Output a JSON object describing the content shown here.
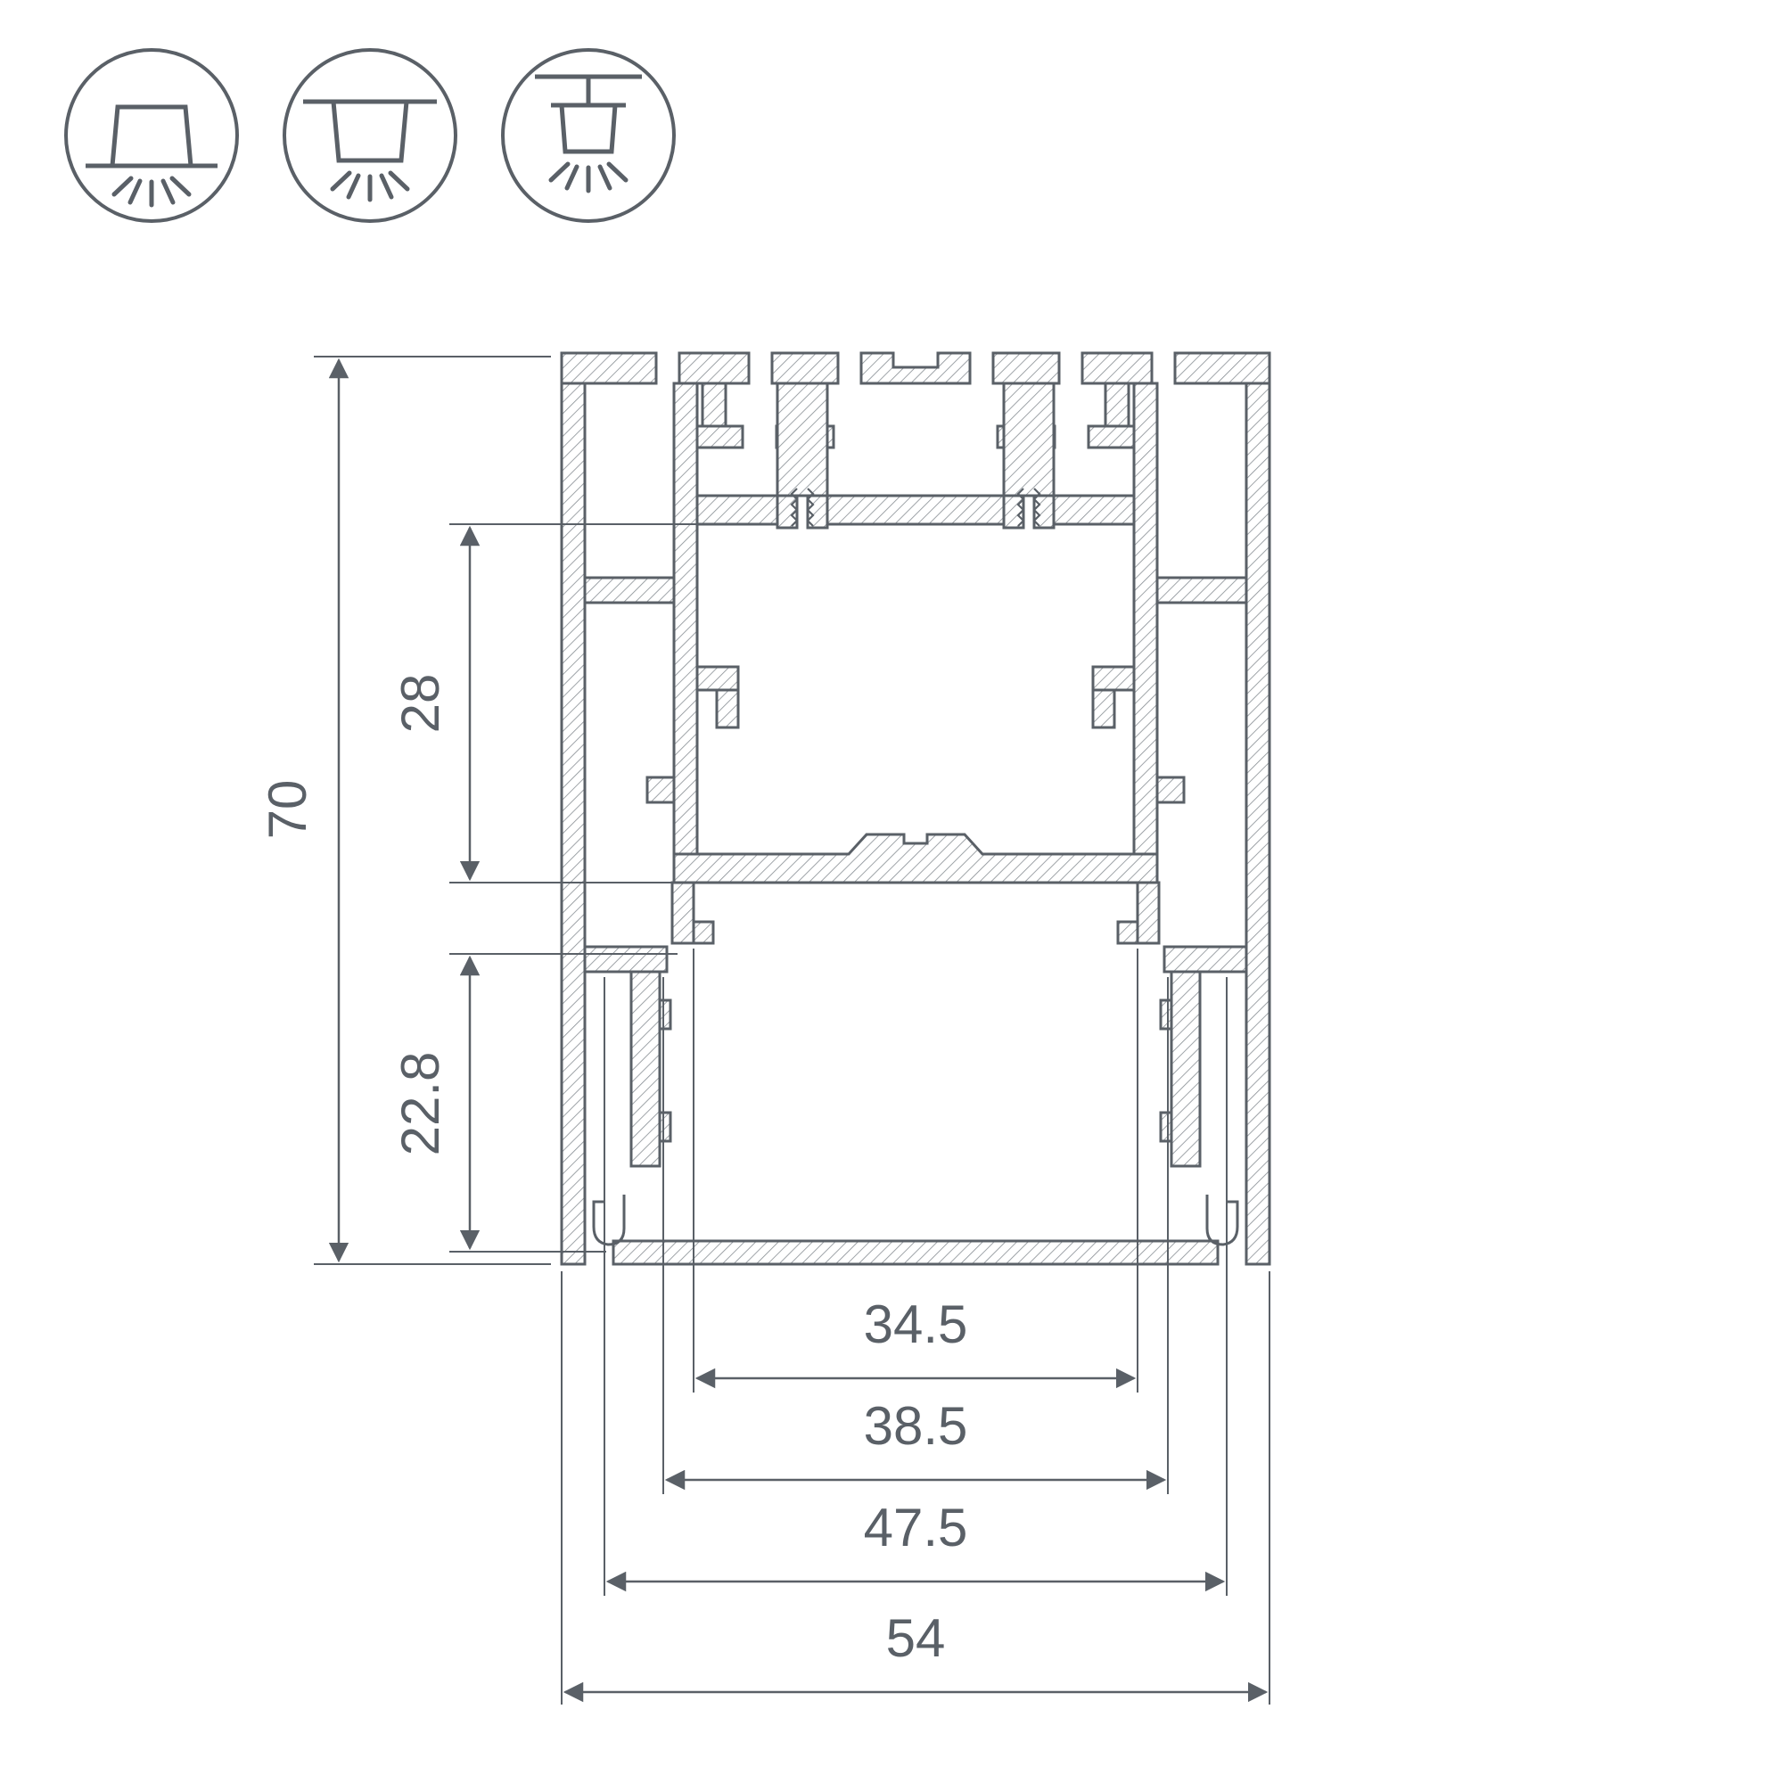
{
  "drawing": {
    "kind": "aluminium-led-profile-cross-section",
    "bg_color": "#ffffff",
    "line_color": "#5a6067",
    "hatch_color": "#878d93"
  },
  "mount_icons": [
    {
      "name": "surface-mount"
    },
    {
      "name": "recessed-mount"
    },
    {
      "name": "pendant-mount"
    }
  ],
  "dimensions": {
    "overall_height": "70",
    "upper_cavity_height": "28",
    "lower_cavity_height": "22.8",
    "opening_width": "34.5",
    "inner_width": "38.5",
    "channel_width": "47.5",
    "overall_width": "54"
  }
}
